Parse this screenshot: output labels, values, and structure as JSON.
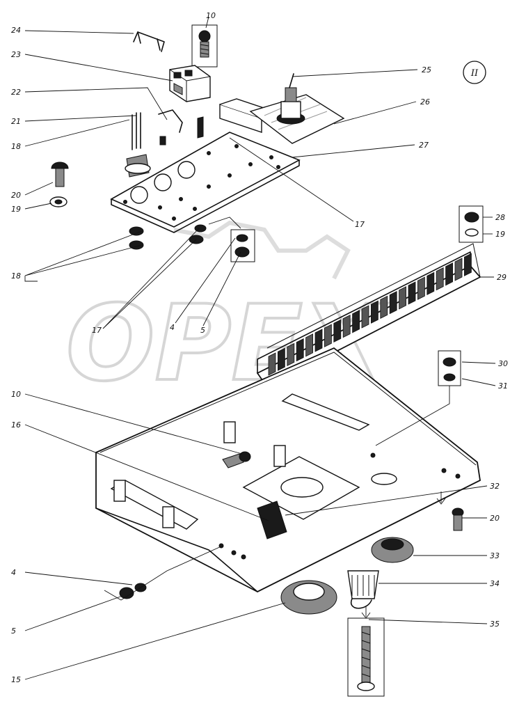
{
  "sheet": {
    "number": "II"
  },
  "watermark": {
    "text": "OPEX"
  },
  "callouts": [
    {
      "id": "c24",
      "text": "24"
    },
    {
      "id": "c23",
      "text": "23"
    },
    {
      "id": "c22",
      "text": "22"
    },
    {
      "id": "c21",
      "text": "21"
    },
    {
      "id": "c18a",
      "text": "18"
    },
    {
      "id": "c20a",
      "text": "20"
    },
    {
      "id": "c19a",
      "text": "19"
    },
    {
      "id": "c18b",
      "text": "18"
    },
    {
      "id": "c17a",
      "text": "17"
    },
    {
      "id": "c4a",
      "text": "4"
    },
    {
      "id": "c5a",
      "text": "5"
    },
    {
      "id": "c10a",
      "text": "10"
    },
    {
      "id": "c16",
      "text": "16"
    },
    {
      "id": "c4b",
      "text": "4"
    },
    {
      "id": "c5b",
      "text": "5"
    },
    {
      "id": "c15",
      "text": "15"
    },
    {
      "id": "c10b",
      "text": "10"
    },
    {
      "id": "c25",
      "text": "25"
    },
    {
      "id": "c26",
      "text": "26"
    },
    {
      "id": "c27",
      "text": "27"
    },
    {
      "id": "c17b",
      "text": "17"
    },
    {
      "id": "c28",
      "text": "28"
    },
    {
      "id": "c19b",
      "text": "19"
    },
    {
      "id": "c29",
      "text": "29"
    },
    {
      "id": "c30",
      "text": "30"
    },
    {
      "id": "c31",
      "text": "31"
    },
    {
      "id": "c32",
      "text": "32"
    },
    {
      "id": "c20b",
      "text": "20"
    },
    {
      "id": "c33",
      "text": "33"
    },
    {
      "id": "c34",
      "text": "34"
    },
    {
      "id": "c35",
      "text": "35"
    }
  ]
}
